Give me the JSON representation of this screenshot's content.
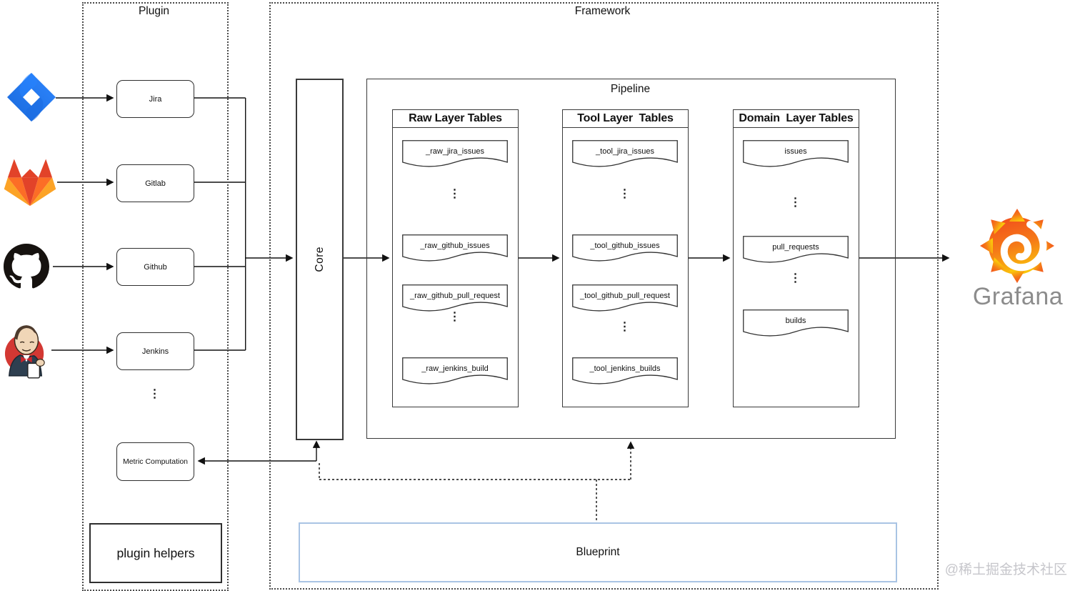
{
  "plugin": {
    "title": "Plugin",
    "items": [
      "Jira",
      "Gitlab",
      "Github",
      "Jenkins"
    ],
    "metric_computation": "Metric Computation",
    "helpers": "plugin helpers"
  },
  "framework": {
    "title": "Framework",
    "core": "Core",
    "pipeline": {
      "title": "Pipeline",
      "columns": [
        {
          "header": "Raw Layer Tables",
          "tables": [
            "_raw_jira_issues",
            "_raw_github_issues",
            "_raw_github_pull_request",
            "_raw_jenkins_build"
          ]
        },
        {
          "header": "Tool Layer  Tables",
          "tables": [
            "_tool_jira_issues",
            "_tool_github_issues",
            "_tool_github_pull_request",
            "_tool_jenkins_builds"
          ]
        },
        {
          "header": "Domain  Layer Tables",
          "tables": [
            "issues",
            "pull_requests",
            "builds"
          ]
        }
      ]
    },
    "blueprint": "Blueprint"
  },
  "ellipsis": "⋮",
  "grafana": {
    "label": "Grafana"
  },
  "watermark": "@稀土掘金技术社区",
  "icons": {
    "jira": "jira-logo",
    "gitlab": "gitlab-logo",
    "github": "github-logo",
    "jenkins": "jenkins-logo",
    "grafana": "grafana-flame-icon"
  },
  "colors": {
    "line": "#111111",
    "blueprint_border": "#a9c4e4",
    "jira_blue": "#2684FF",
    "gitlab_red": "#E24329",
    "gitlab_orange": "#FC6D26",
    "gitlab_yellow": "#FCA326",
    "github_black": "#16120f",
    "jenkins_red": "#D33833",
    "grafana_orange": "#F05A28",
    "grafana_yellow": "#FBCA0A",
    "grafana_gray": "#8c8c8c",
    "watermark_gray": "#c6c6cb"
  }
}
